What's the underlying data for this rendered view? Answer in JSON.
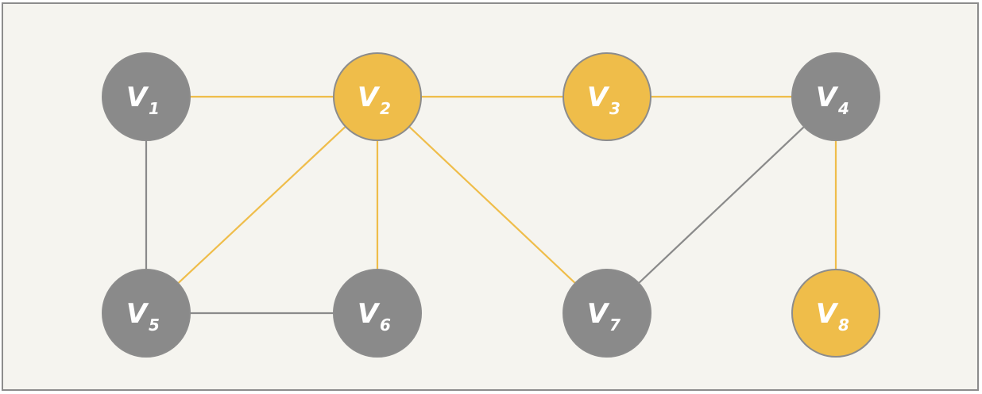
{
  "colors": {
    "background": "#f5f4ef",
    "border": "#8c8c8c",
    "gray_node": "#8a8a8a",
    "yellow_node": "#efbd4a",
    "gray_edge": "#8a8a8a",
    "yellow_edge": "#efbd4a"
  },
  "nodes": [
    {
      "id": "v1",
      "letter": "V",
      "sub": "1",
      "color": "gray"
    },
    {
      "id": "v2",
      "letter": "V",
      "sub": "2",
      "color": "yellow"
    },
    {
      "id": "v3",
      "letter": "V",
      "sub": "3",
      "color": "yellow"
    },
    {
      "id": "v4",
      "letter": "V",
      "sub": "4",
      "color": "gray"
    },
    {
      "id": "v5",
      "letter": "V",
      "sub": "5",
      "color": "gray"
    },
    {
      "id": "v6",
      "letter": "V",
      "sub": "6",
      "color": "gray"
    },
    {
      "id": "v7",
      "letter": "V",
      "sub": "7",
      "color": "gray"
    },
    {
      "id": "v8",
      "letter": "V",
      "sub": "8",
      "color": "yellow"
    }
  ],
  "edges": [
    {
      "from": "v1",
      "to": "v2",
      "color": "yellow"
    },
    {
      "from": "v2",
      "to": "v3",
      "color": "yellow"
    },
    {
      "from": "v3",
      "to": "v4",
      "color": "yellow"
    },
    {
      "from": "v1",
      "to": "v5",
      "color": "gray"
    },
    {
      "from": "v5",
      "to": "v6",
      "color": "gray"
    },
    {
      "from": "v2",
      "to": "v5",
      "color": "yellow"
    },
    {
      "from": "v2",
      "to": "v6",
      "color": "yellow"
    },
    {
      "from": "v2",
      "to": "v7",
      "color": "yellow"
    },
    {
      "from": "v7",
      "to": "v4",
      "color": "gray"
    },
    {
      "from": "v4",
      "to": "v8",
      "color": "yellow"
    }
  ]
}
